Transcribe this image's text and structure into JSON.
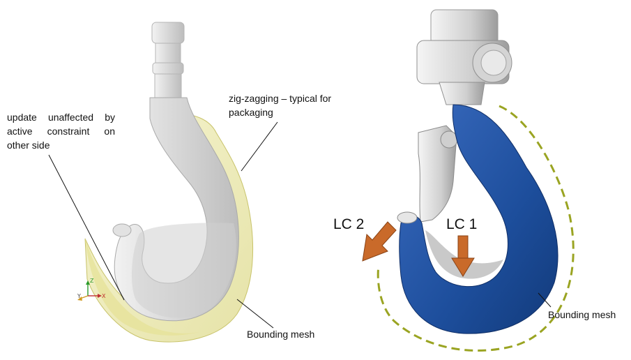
{
  "annotations": {
    "update_note": "update unaffected by active constraint on other side",
    "zigzag_note": "zig-zagging – typical for packaging",
    "bounding_left": "Bounding mesh",
    "bounding_right": "Bounding mesh"
  },
  "load_cases": {
    "lc1": "LC 1",
    "lc2": "LC 2"
  },
  "axes": {
    "z": "Z",
    "y": "Y",
    "x": "X"
  },
  "colors": {
    "hook_gray": "#d9d9d9",
    "bounding_yellow": "#e9e6a0",
    "hook_blue": "#1d4e9c",
    "arrow_orange": "#c96a2a",
    "dashed_olive": "#9aa422"
  }
}
